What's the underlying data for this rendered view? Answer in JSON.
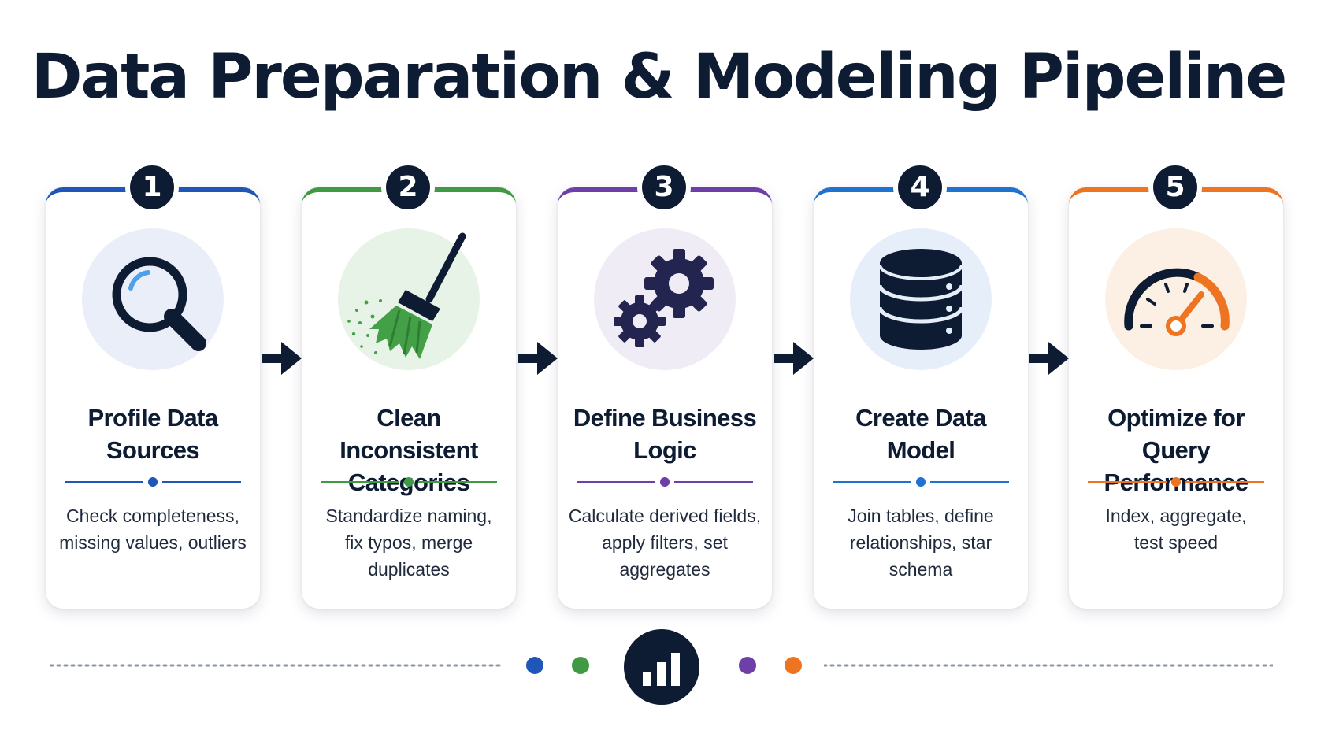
{
  "title": "Data Preparation & Modeling Pipeline",
  "steps": [
    {
      "number": "1",
      "title_line1": "Profile Data",
      "title_line2": "Sources",
      "desc_line1": "Check completeness,",
      "desc_line2": "missing values, outliers",
      "desc_line3": "",
      "icon": "magnifying-glass-icon",
      "color": "#1f56b8",
      "icon_bg": "#e9eef9"
    },
    {
      "number": "2",
      "title_line1": "Clean Inconsistent",
      "title_line2": "Categories",
      "desc_line1": "Standardize naming,",
      "desc_line2": "fix typos, merge",
      "desc_line3": "duplicates",
      "icon": "broom-icon",
      "color": "#3f9a43",
      "icon_bg": "#e7f3e6"
    },
    {
      "number": "3",
      "title_line1": "Define Business",
      "title_line2": "Logic",
      "desc_line1": "Calculate derived fields,",
      "desc_line2": "apply filters, set",
      "desc_line3": "aggregates",
      "icon": "gears-icon",
      "color": "#6e3fa6",
      "icon_bg": "#efecf6"
    },
    {
      "number": "4",
      "title_line1": "Create Data",
      "title_line2": "Model",
      "desc_line1": "Join tables, define",
      "desc_line2": "relationships, star",
      "desc_line3": "schema",
      "icon": "database-icon",
      "color": "#1f72d0",
      "icon_bg": "#e6eefa"
    },
    {
      "number": "5",
      "title_line1": "Optimize for",
      "title_line2": "Query Performance",
      "desc_line1": "Index, aggregate,",
      "desc_line2": "test speed",
      "desc_line3": "",
      "icon": "speedometer-icon",
      "color": "#ee7421",
      "icon_bg": "#fcefe4"
    }
  ],
  "footer": {
    "icon": "bar-chart-icon",
    "dot_colors": [
      "#1f56b8",
      "#3f9a43",
      "#6e3fa6",
      "#ee7421"
    ]
  }
}
